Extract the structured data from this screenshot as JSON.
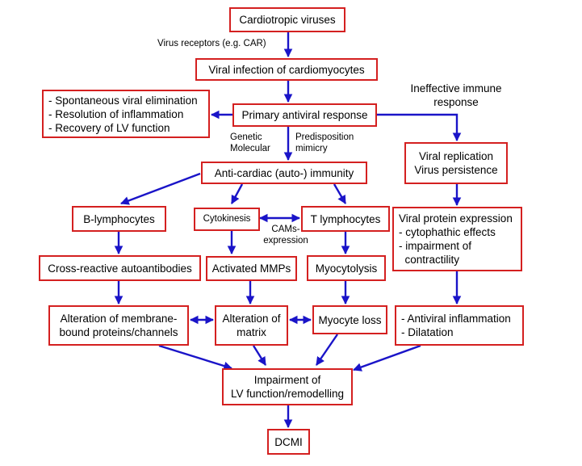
{
  "colors": {
    "box_border": "#d42020",
    "arrow": "#1a14c8"
  },
  "boxes": {
    "cardiotropic_viruses": "Cardiotropic viruses",
    "viral_infection": "Viral infection of cardiomyocytes",
    "outcome": [
      "- Spontaneous viral elimination",
      "- Resolution of inflammation",
      "- Recovery of LV function"
    ],
    "primary_response": "Primary antiviral response",
    "viral_replication": [
      "Viral replication",
      "Virus persistence"
    ],
    "anti_cardiac_immunity": "Anti-cardiac (auto-) immunity",
    "b_lymphocytes": "B-lymphocytes",
    "cytokinesis": "Cytokinesis",
    "t_lymphocytes": "T lymphocytes",
    "viral_protein_expression": [
      "Viral protein expression",
      "- cytophathic effects",
      "- impairment of",
      "  contractility"
    ],
    "autoantibodies": "Cross-reactive autoantibodies",
    "activated_mmps": "Activated MMPs",
    "myocytolysis": "Myocytolysis",
    "membrane_alteration": [
      "Alteration of membrane-",
      "bound proteins/channels"
    ],
    "matrix_alteration": [
      "Alteration of",
      "matrix"
    ],
    "myocyte_loss": "Myocyte loss",
    "antiviral_inflammation": [
      "- Antiviral inflammation",
      "- Dilatation"
    ],
    "lv_impairment": [
      "Impairment of",
      "LV function/remodelling"
    ],
    "dcmi": "DCMI"
  },
  "labels": {
    "virus_receptors": "Virus receptors (e.g. CAR)",
    "ineffective_immune": [
      "Ineffective immune",
      "response"
    ],
    "genetic_molecular": [
      "Genetic",
      "Molecular"
    ],
    "predisposition_mimicry": [
      "Predisposition",
      "mimicry"
    ],
    "cams_expression": [
      "CAMs-",
      "expression"
    ]
  }
}
